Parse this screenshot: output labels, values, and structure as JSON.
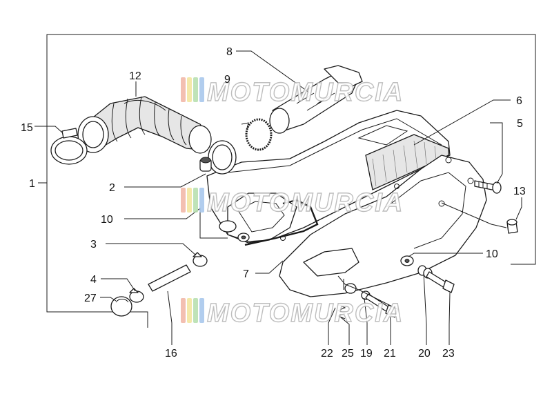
{
  "callouts": {
    "c1": "1",
    "c2": "2",
    "c3": "3",
    "c4": "4",
    "c5": "5",
    "c6": "6",
    "c7": "7",
    "c8": "8",
    "c9": "9",
    "c10a": "10",
    "c10b": "10",
    "c12": "12",
    "c13": "13",
    "c15": "15",
    "c16": "16",
    "c19": "19",
    "c20": "20",
    "c21": "21",
    "c22": "22",
    "c23": "23",
    "c25": "25",
    "c27": "27"
  },
  "watermark": {
    "text": "MOTOMURCIA",
    "stripe_colors": [
      "#f2b8a8",
      "#f3e6a0",
      "#b8e0b0",
      "#a8c8ec"
    ]
  }
}
